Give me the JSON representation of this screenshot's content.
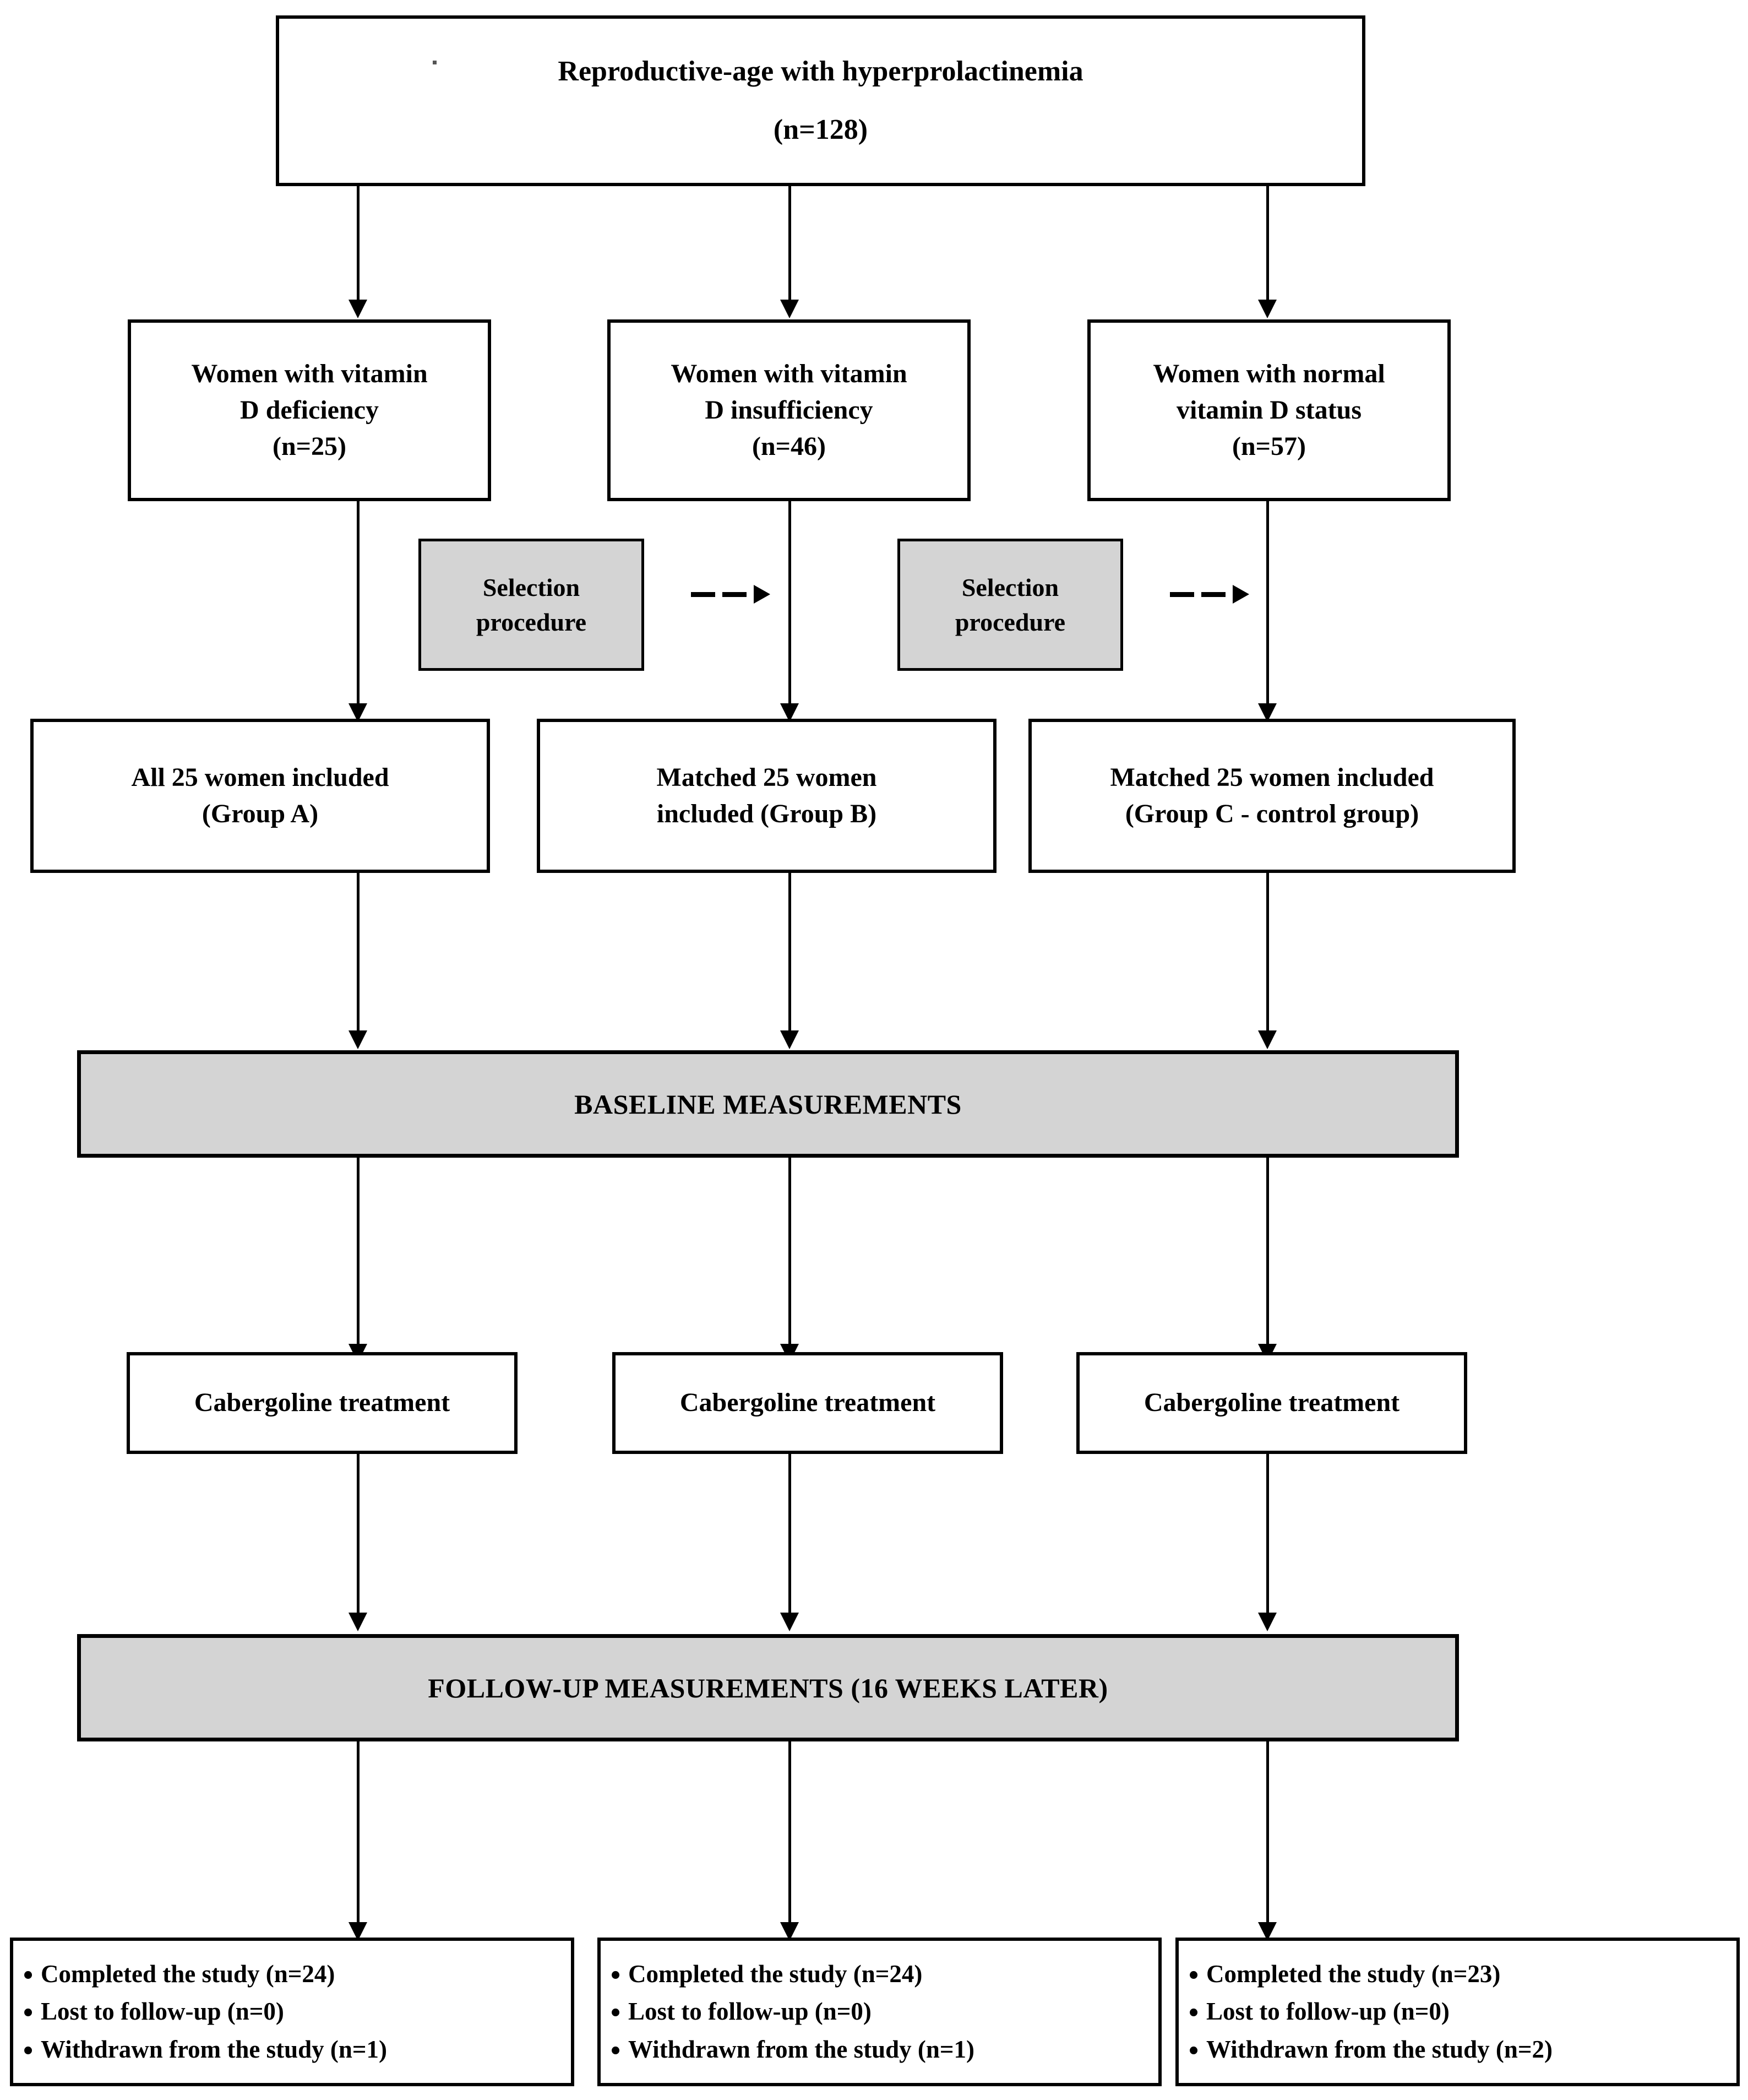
{
  "diagram": {
    "title": "Study participant flow diagram",
    "colors": {
      "stroke": "#000000",
      "fill_white": "#ffffff",
      "fill_gray": "#d4d4d4",
      "text": "#000000"
    },
    "top": {
      "line1": "Reproductive-age with hyperprolactinemia",
      "line2": "(n=128)"
    },
    "screening": [
      {
        "line1": "Women with vitamin",
        "line2": "D deficiency",
        "line3": "(n=25)"
      },
      {
        "line1": "Women with vitamin",
        "line2": "D insufficiency",
        "line3": "(n=46)"
      },
      {
        "line1": "Women with normal",
        "line2": "vitamin D status",
        "line3": "(n=57)"
      }
    ],
    "selection": [
      {
        "line1": "Selection",
        "line2": "procedure"
      },
      {
        "line1": "Selection",
        "line2": "procedure"
      }
    ],
    "groups": [
      {
        "line1": "All 25 women included",
        "line2": "(Group A)"
      },
      {
        "line1": "Matched 25 women",
        "line2": "included (Group B)"
      },
      {
        "line1": "Matched 25 women included",
        "line2": "(Group C - control group)"
      }
    ],
    "baseline_band": "BASELINE MEASUREMENTS",
    "treatments": [
      "Cabergoline treatment",
      "Cabergoline treatment",
      "Cabergoline treatment"
    ],
    "followup_band": "FOLLOW-UP MEASUREMENTS (16 WEEKS LATER)",
    "outcomes": [
      {
        "b1": "Completed the study (n=24)",
        "b2": "Lost to follow-up (n=0)",
        "b3": "Withdrawn from the study (n=1)"
      },
      {
        "b1": "Completed the study (n=24)",
        "b2": "Lost to follow-up (n=0)",
        "b3": "Withdrawn from the study (n=1)"
      },
      {
        "b1": "Completed the study (n=23)",
        "b2": "Lost to follow-up (n=0)",
        "b3": "Withdrawn from the study (n=2)"
      }
    ]
  }
}
